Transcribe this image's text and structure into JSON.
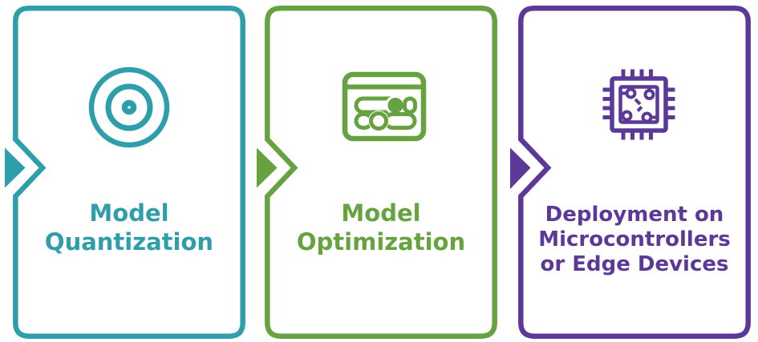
{
  "diagram": {
    "title": "model deployment pipeline flow",
    "background_color": "#ffffff",
    "card_fill": "#ffffff"
  },
  "steps": [
    {
      "label": "Model Quantization",
      "color": "#2E9FAA",
      "icon": "target-icon"
    },
    {
      "label": "Model Optimization",
      "color": "#66A23F",
      "icon": "sliders-panel-icon"
    },
    {
      "label": "Deployment on Microcontrollers or Edge Devices",
      "color": "#5C3898",
      "icon": "microchip-icon"
    }
  ]
}
